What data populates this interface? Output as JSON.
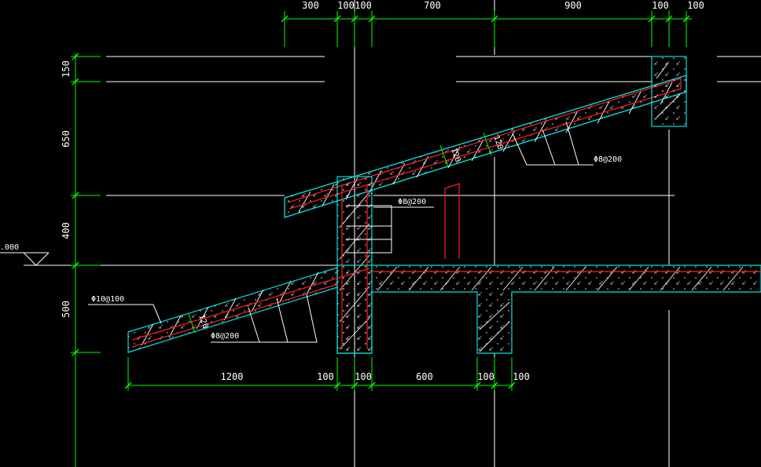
{
  "top_dimensions": [
    "300",
    "100",
    "100",
    "700",
    "900",
    "100",
    "100"
  ],
  "bottom_dimensions": [
    "1200",
    "100",
    "100",
    "600",
    "100",
    "100"
  ],
  "left_dimensions": [
    "150",
    "650",
    "400",
    "500"
  ],
  "elevation_label": ".000",
  "rebar_notes": {
    "upper_slab_stirrup": "Φ8@200",
    "beam_stirrup": "Φ8@200",
    "lower_main": "Φ10@100",
    "lower_stirrup": "Φ8@200"
  },
  "slab_thickness_labels": {
    "upper_1": "120",
    "upper_2": "120",
    "lower": "120"
  },
  "colors": {
    "background": "#000000",
    "dimension_lines": "#00ff00",
    "concrete_outline": "#00ffff",
    "rebar": "#ff2020",
    "text": "#ffffff"
  }
}
